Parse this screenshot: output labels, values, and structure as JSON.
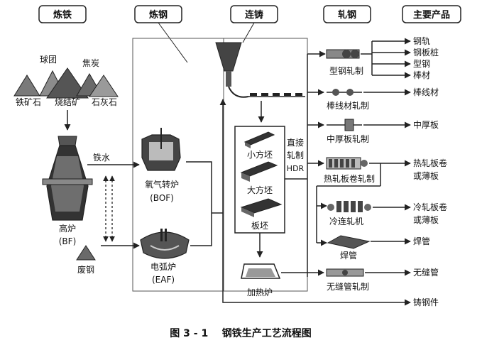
{
  "headers": {
    "ironmaking": "炼铁",
    "steelmaking": "炼钢",
    "casting": "连铸",
    "rolling": "轧钢",
    "products": "主要产品"
  },
  "raw_materials": {
    "pellet": "球团",
    "coke": "焦炭",
    "iron_ore": "铁矿石",
    "sinter": "烧结矿",
    "limestone": "石灰石",
    "scrap": "废钢"
  },
  "furnaces": {
    "bf_name": "高炉",
    "bf_abbr": "(BF)",
    "molten_iron": "铁水",
    "bof_name": "氧气转炉",
    "bof_abbr": "(BOF)",
    "eaf_name": "电弧炉",
    "eaf_abbr": "(EAF)"
  },
  "casting": {
    "small_billet": "小方坯",
    "large_billet": "大方坯",
    "slab": "板坯",
    "direct_rolling_1": "直接",
    "direct_rolling_2": "轧制",
    "hdr": "HDR",
    "reheating_furnace": "加热炉"
  },
  "mills": {
    "section_mill": "型钢轧制",
    "bar_wire_mill": "棒线材轧制",
    "plate_mill": "中厚板轧制",
    "hot_strip_mill": "热轧板卷轧制",
    "cold_mill": "冷连轧机",
    "welded_pipe": "焊管",
    "seamless_mill": "无缝管轧制"
  },
  "products": {
    "rail": "钢轨",
    "sheet_pile": "钢板桩",
    "section_steel": "型钢",
    "bar": "棒材",
    "bar_wire": "棒线材",
    "plate": "中厚板",
    "hot_coil_1": "热轧板卷",
    "hot_coil_2": "或薄板",
    "cold_coil_1": "冷轧板卷",
    "cold_coil_2": "或薄板",
    "welded_pipe": "焊管",
    "seamless_pipe": "无缝管",
    "casting": "铸钢件"
  },
  "caption": "图 3 - 1    钢铁生产工艺流程图"
}
